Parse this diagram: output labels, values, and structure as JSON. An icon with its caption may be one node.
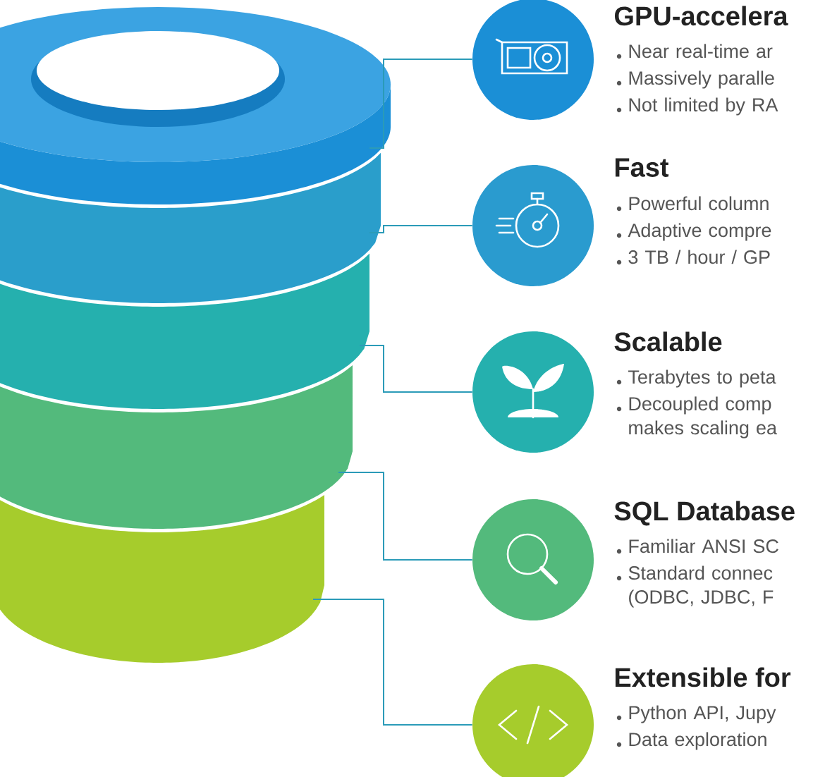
{
  "diagram": {
    "nodes": [
      {
        "text": [],
        "shape": "cylinder"
      },
      {
        "text": [],
        "shape": "cylinder"
      },
      {
        "text": [],
        "shape": "cylinder"
      },
      {
        "text": [],
        "shape": "cylinder"
      },
      {
        "text": [],
        "shape": "cylinder"
      },
      {
        "text": [],
        "shape": "circle",
        "beside": [
          "GPU-accelera",
          "Near real-time ar",
          "Massively paralle",
          "Not limited by RA"
        ]
      },
      {
        "text": [],
        "shape": "circle",
        "beside": [
          "Fast",
          "Powerful column",
          "Adaptive compre",
          "3 TB / hour / GP"
        ]
      },
      {
        "text": [],
        "shape": "circle",
        "beside": [
          "Scalable",
          "Terabytes to peta",
          "Decoupled comp makes scaling ea"
        ]
      },
      {
        "text": [],
        "shape": "circle",
        "beside": [
          "SQL Database",
          "Familiar ANSI SC",
          "Standard connec (ODBC, JDBC, F"
        ]
      },
      {
        "text": [],
        "shape": "circle",
        "beside": [
          "Extensible for",
          "Python API, Jupy",
          "Data exploration"
        ]
      }
    ],
    "edges": [
      {
        "from": 0,
        "to": 5,
        "arrow": "none"
      },
      {
        "from": 1,
        "to": 6,
        "arrow": "none"
      },
      {
        "from": 2,
        "to": 7,
        "arrow": "none"
      },
      {
        "from": 3,
        "to": 8,
        "arrow": "none"
      },
      {
        "from": 4,
        "to": 9,
        "arrow": "none"
      }
    ]
  }
}
